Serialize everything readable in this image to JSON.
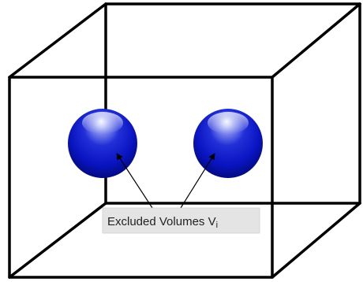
{
  "label": {
    "main": "Excluded Volumes V",
    "subscript": "i"
  },
  "colors": {
    "edges": "#000000",
    "sphere_core": "#0a14c8",
    "sphere_highlight": "#ffffff",
    "sphere_dark": "#00008a",
    "label_background": "#e4e4e4",
    "label_text": "#222222"
  },
  "elements": {
    "shape": "wireframe cube",
    "particles": [
      "sphere",
      "sphere"
    ]
  }
}
